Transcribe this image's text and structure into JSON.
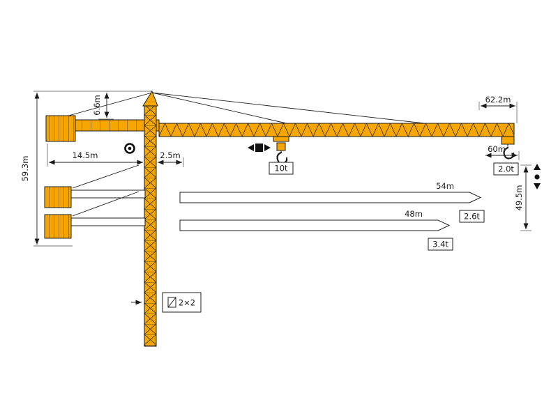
{
  "diagram": {
    "kind": "tower-crane-working-range-diagram",
    "colors": {
      "crane_yellow": "#F7A600",
      "line_black": "#1C1C1C",
      "background": "#FFFFFF"
    },
    "heights": {
      "total": "59.3m",
      "tower_head": "6.6m",
      "hook": "49.5m"
    },
    "radii": {
      "counter_jib": "14.5m",
      "rear_offset": "2.5m",
      "jib_max": "62.2m"
    },
    "jib_configs": [
      {
        "length": "60m",
        "tip_load": "2.0t"
      },
      {
        "length": "54m",
        "tip_load": "2.6t"
      },
      {
        "length": "48m",
        "tip_load": "3.4t"
      }
    ],
    "max_load": "10t",
    "mast": {
      "section_label": "2×2"
    },
    "icons": {
      "slewing": "slewing-circle-icon",
      "trolley_travel": "trolley-travel-icon",
      "hoist": "hoist-up-down-icon",
      "mast_section": "mast-section-icon",
      "hooks": "hook-icon"
    }
  }
}
